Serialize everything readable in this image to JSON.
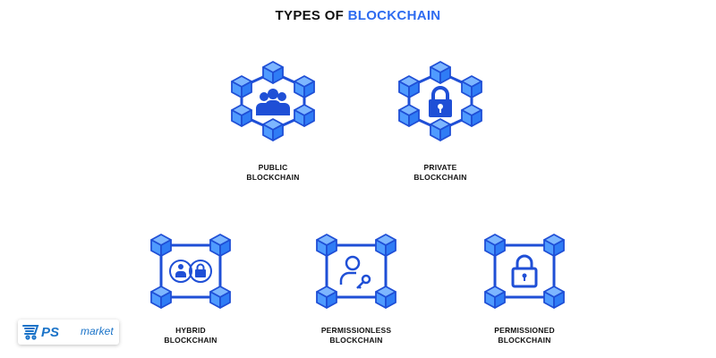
{
  "title": {
    "prefix": "TYPES OF",
    "accent": "BLOCKCHAIN"
  },
  "types": [
    {
      "line1": "PUBLIC",
      "line2": "BLOCKCHAIN",
      "icon": "people-group-icon"
    },
    {
      "line1": "PRIVATE",
      "line2": "BLOCKCHAIN",
      "icon": "padlock-icon"
    },
    {
      "line1": "HYBRID",
      "line2": "BLOCKCHAIN",
      "icon": "person-and-lock-icon"
    },
    {
      "line1": "PERMISSIONLESS",
      "line2": "BLOCKCHAIN",
      "icon": "user-with-key-icon"
    },
    {
      "line1": "PERMISSIONED",
      "line2": "BLOCKCHAIN",
      "icon": "padlock-icon"
    }
  ],
  "watermark": {
    "brand": "PS",
    "suffix": "market"
  },
  "colors": {
    "accent": "#2e6cf0",
    "cube_light": "#4f9bff",
    "cube_dark": "#1f4fd6",
    "text": "#111111",
    "watermark": "#1a73c8"
  }
}
